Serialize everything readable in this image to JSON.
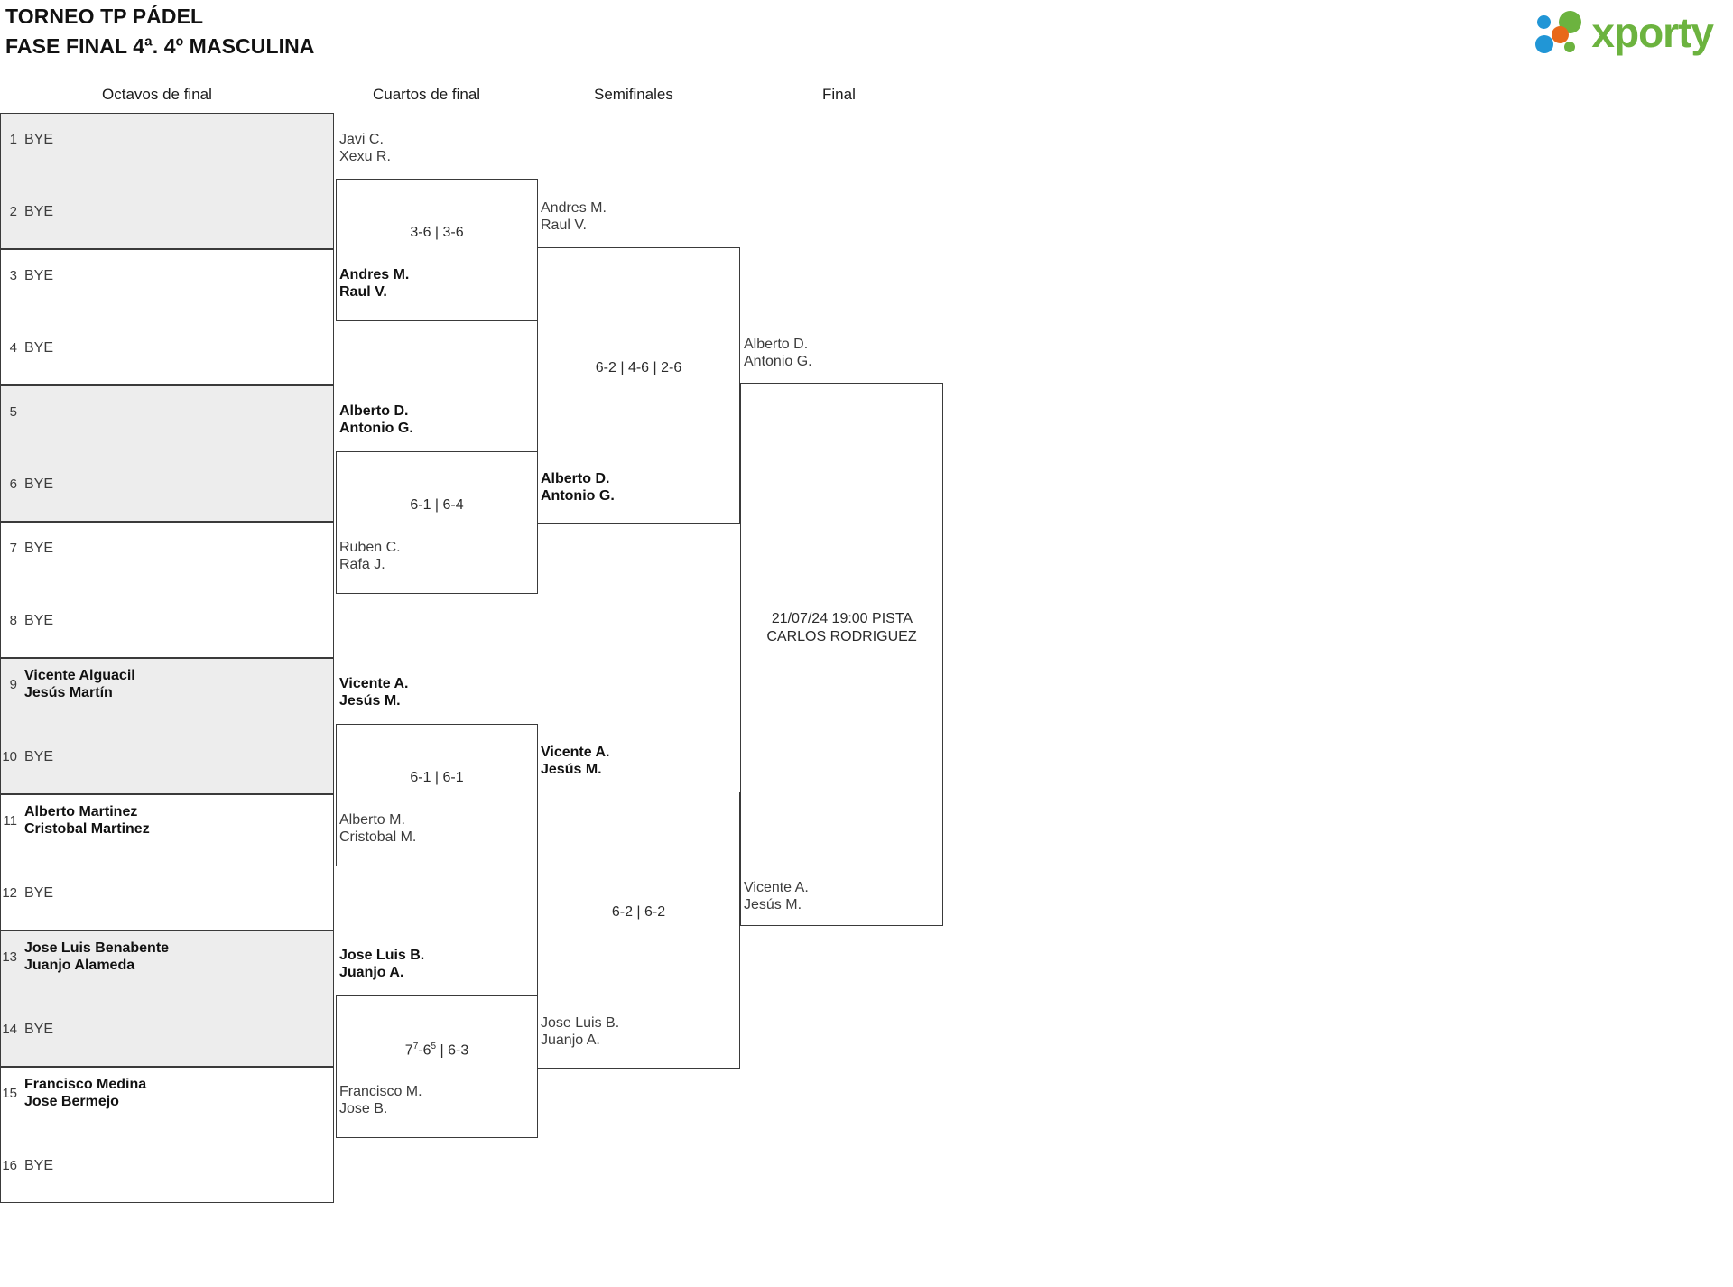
{
  "header": {
    "title_line1": "TORNEO TP PÁDEL",
    "title_line2": "FASE FINAL 4ª. 4º MASCULINA",
    "logo_text": "xporty",
    "logo_colors": {
      "green": "#6cb33f",
      "blue": "#2196d6",
      "orange": "#e8691a"
    }
  },
  "rounds": [
    {
      "label": "Octavos de final"
    },
    {
      "label": "Cuartos de final"
    },
    {
      "label": "Semifinales"
    },
    {
      "label": "Final"
    }
  ],
  "bracket": {
    "round16": [
      {
        "seed": "1",
        "line1": "BYE",
        "line2": "",
        "bold": false
      },
      {
        "seed": "2",
        "line1": "BYE",
        "line2": "",
        "bold": false
      },
      {
        "seed": "3",
        "line1": "BYE",
        "line2": "",
        "bold": false
      },
      {
        "seed": "4",
        "line1": "BYE",
        "line2": "",
        "bold": false
      },
      {
        "seed": "5",
        "line1": "",
        "line2": "",
        "bold": false
      },
      {
        "seed": "6",
        "line1": "BYE",
        "line2": "",
        "bold": false
      },
      {
        "seed": "7",
        "line1": "BYE",
        "line2": "",
        "bold": false
      },
      {
        "seed": "8",
        "line1": "BYE",
        "line2": "",
        "bold": false
      },
      {
        "seed": "9",
        "line1": "Vicente Alguacil",
        "line2": "Jesús Martín",
        "bold": true
      },
      {
        "seed": "10",
        "line1": "BYE",
        "line2": "",
        "bold": false
      },
      {
        "seed": "11",
        "line1": "Alberto Martinez",
        "line2": "Cristobal Martinez",
        "bold": true
      },
      {
        "seed": "12",
        "line1": "BYE",
        "line2": "",
        "bold": false
      },
      {
        "seed": "13",
        "line1": "Jose Luis Benabente",
        "line2": "Juanjo Alameda",
        "bold": true
      },
      {
        "seed": "14",
        "line1": "BYE",
        "line2": "",
        "bold": false
      },
      {
        "seed": "15",
        "line1": "Francisco Medina",
        "line2": "Jose Bermejo",
        "bold": true
      },
      {
        "seed": "16",
        "line1": "BYE",
        "line2": "",
        "bold": false
      }
    ],
    "quarters": [
      {
        "top": {
          "line1": "Javi C.",
          "line2": "Xexu R.",
          "bold": false
        },
        "bottom": {
          "line1": "Andres M.",
          "line2": "Raul V.",
          "bold": true
        },
        "score": "3-6 | 3-6"
      },
      {
        "top": {
          "line1": "Alberto D.",
          "line2": "Antonio G.",
          "bold": true
        },
        "bottom": {
          "line1": "Ruben C.",
          "line2": "Rafa J.",
          "bold": false
        },
        "score": "6-1 | 6-4"
      },
      {
        "top": {
          "line1": "Vicente A.",
          "line2": "Jesús M.",
          "bold": true
        },
        "bottom": {
          "line1": "Alberto M.",
          "line2": "Cristobal M.",
          "bold": false
        },
        "score": "6-1 | 6-1"
      },
      {
        "top": {
          "line1": "Jose Luis B.",
          "line2": "Juanjo A.",
          "bold": true
        },
        "bottom": {
          "line1": "Francisco M.",
          "line2": "Jose B.",
          "bold": false
        },
        "score_html": "7<sup>7</sup>-6<sup>5</sup> | 6-3",
        "score": "77-65 | 6-3"
      }
    ],
    "semis": [
      {
        "top": {
          "line1": "Andres M.",
          "line2": "Raul V.",
          "bold": false
        },
        "bottom": {
          "line1": "Alberto D.",
          "line2": "Antonio G.",
          "bold": true
        },
        "score": "6-2 | 4-6 | 2-6"
      },
      {
        "top": {
          "line1": "Vicente A.",
          "line2": "Jesús M.",
          "bold": true
        },
        "bottom": {
          "line1": "Jose Luis B.",
          "line2": "Juanjo A.",
          "bold": false
        },
        "score": "6-2 | 6-2"
      }
    ],
    "final": {
      "top": {
        "line1": "Alberto D.",
        "line2": "Antonio G.",
        "bold": false
      },
      "bottom": {
        "line1": "Vicente A.",
        "line2": "Jesús M.",
        "bold": false
      },
      "venue_line1": "21/07/24 19:00 PISTA",
      "venue_line2": "CARLOS RODRIGUEZ"
    }
  }
}
